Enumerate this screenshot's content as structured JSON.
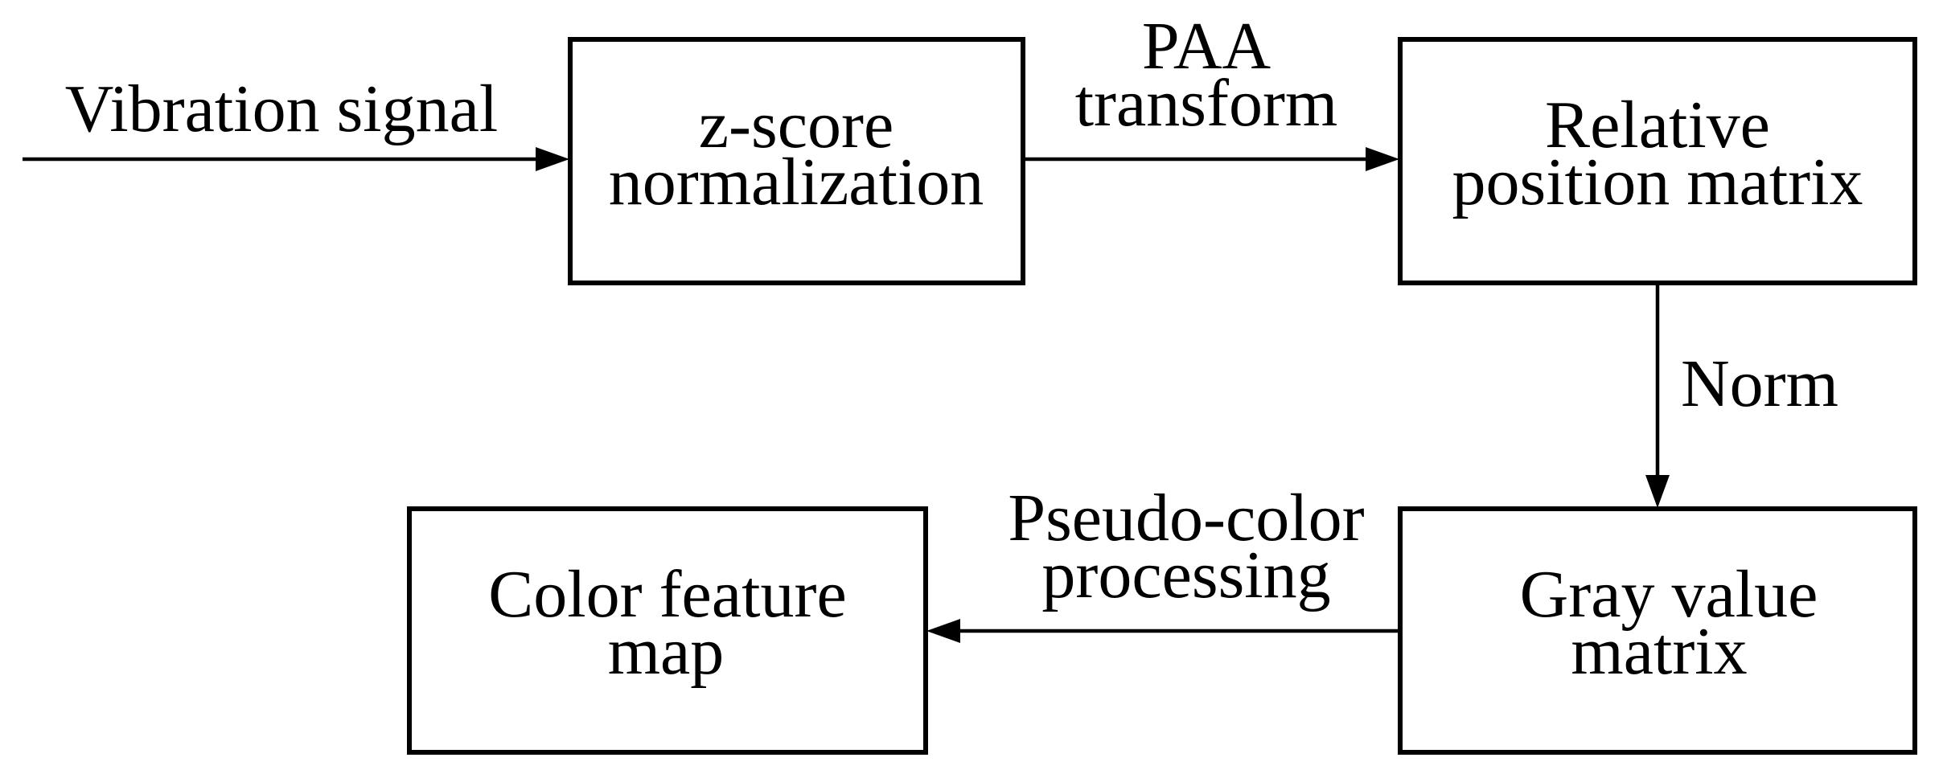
{
  "diagram": {
    "boxes": {
      "zscore": {
        "line1": "z-score",
        "line2": "normalization"
      },
      "relative": {
        "line1": "Relative",
        "line2": "position matrix"
      },
      "gray": {
        "line1": "Gray value",
        "line2": "matrix"
      },
      "color": {
        "line1": "Color feature",
        "line2": "map"
      }
    },
    "edges": {
      "input": {
        "label": "Vibration signal"
      },
      "paa": {
        "line1": "PAA",
        "line2": "transform"
      },
      "norm": {
        "label": "Norm"
      },
      "pseudo": {
        "line1": "Pseudo-color",
        "line2": "processing"
      }
    }
  }
}
